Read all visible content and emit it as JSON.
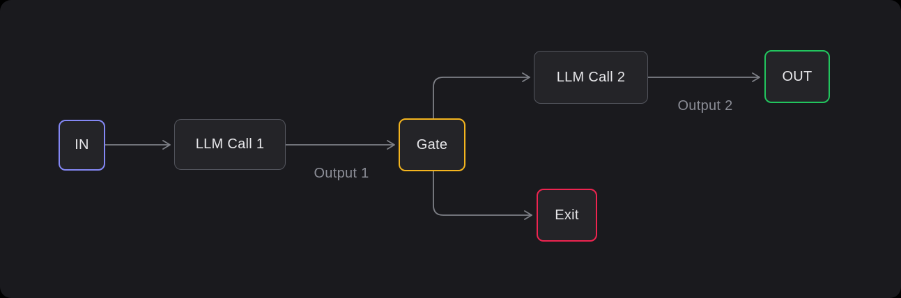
{
  "canvas": {
    "outer_background": "#000000",
    "card_background": "#1a1a1e"
  },
  "palette": {
    "node_fill": "#242428",
    "node_text": "#e7e7ea",
    "gray_node_border": "#54565e",
    "edge_line": "#7e8087",
    "edge_label_text": "#8b8d96",
    "in_border": "#8488f5",
    "gate_border": "#f4b51f",
    "out_border": "#22c55e",
    "exit_border": "#ee2450"
  },
  "diagram": {
    "nodes": {
      "in": {
        "label": "IN"
      },
      "llm1": {
        "label": "LLM Call 1"
      },
      "gate": {
        "label": "Gate"
      },
      "llm2": {
        "label": "LLM Call 2"
      },
      "out": {
        "label": "OUT"
      },
      "exit": {
        "label": "Exit"
      }
    },
    "edge_labels": {
      "output1": "Output 1",
      "output2": "Output 2"
    }
  }
}
